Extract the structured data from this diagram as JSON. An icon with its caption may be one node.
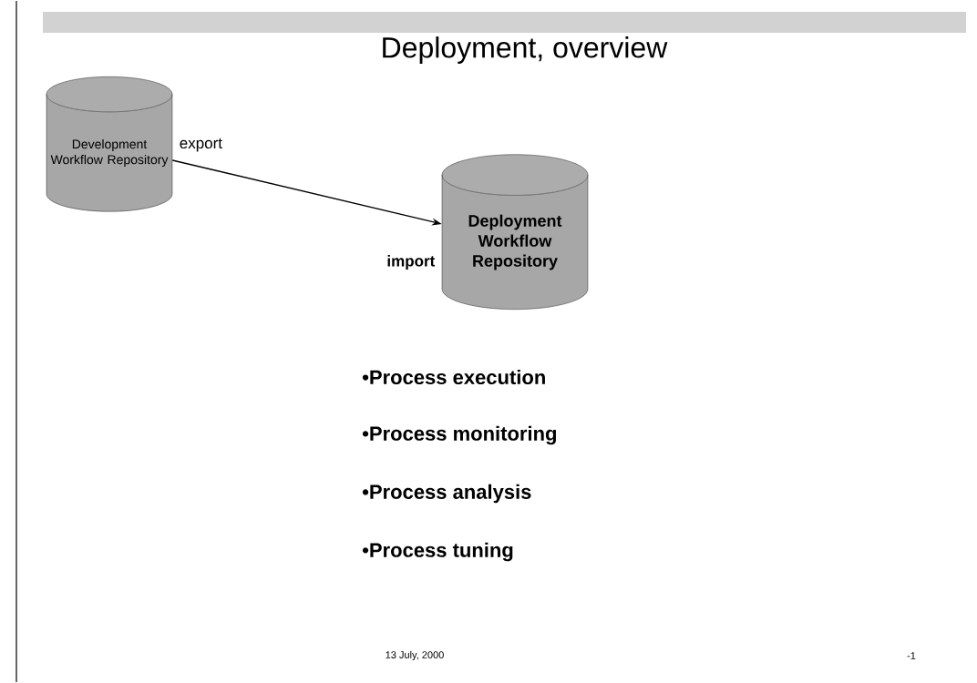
{
  "diagram": {
    "title": "Deployment, overview",
    "nodes": [
      {
        "text": [
          "Development Workflow Repository"
        ]
      },
      {
        "text": [
          "Deployment Workflow Repository"
        ],
        "beside": [
          "import"
        ]
      }
    ],
    "edges": [
      {
        "from": 0,
        "to": 1,
        "arrow": "to",
        "label": "export"
      }
    ],
    "labels": [
      "•Process execution",
      "•Process monitoring",
      "•Process analysis",
      "•Process tuning",
      "13 July, 2000",
      "-1"
    ]
  }
}
